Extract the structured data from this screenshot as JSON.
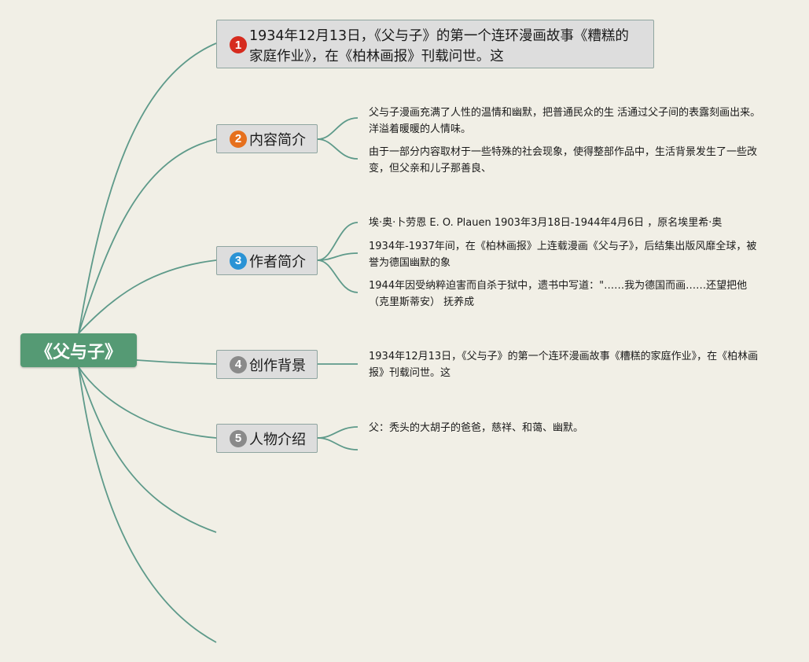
{
  "root": {
    "label": "《父与子》"
  },
  "branches": [
    {
      "number": "1",
      "label": "1934年12月13日，《父与子》的第一个连环漫画故事《糟糕的家庭作业》，在《柏林画报》刊载问世。这",
      "badge_color": "#d62b1e"
    },
    {
      "number": "2",
      "label": "内容简介",
      "badge_color": "#e6701d",
      "children": [
        "父与子漫画充满了人性的温情和幽默，把普通民众的生 活通过父子间的表露刻画出来。洋溢着暖暖的人情味。",
        "由于一部分内容取材于一些特殊的社会现象，使得整部作品中，生活背景发生了一些改变，但父亲和儿子那善良、"
      ]
    },
    {
      "number": "3",
      "label": "作者简介",
      "badge_color": "#2a93d5",
      "children": [
        "埃·奥·卜劳恩 E. O. Plauen 1903年3月18日-1944年4月6日 ，原名埃里希·奥",
        "1934年-1937年间，在《柏林画报》上连载漫画《父与子》，后结集出版风靡全球，被誉为德国幽默的象",
        "1944年因受纳粹迫害而自杀于狱中，遗书中写道：\"……我为德国而画……还望把他（克里斯蒂安） 抚养成"
      ]
    },
    {
      "number": "4",
      "label": "创作背景",
      "badge_color": "#8a8a8a",
      "children": [
        "1934年12月13日，《父与子》的第一个连环漫画故事《糟糕的家庭作业》，在《柏林画报》刊载问世。这"
      ]
    },
    {
      "number": "5",
      "label": "人物介绍",
      "badge_color": "#8a8a8a",
      "children": [
        "父：秃头的大胡子的爸爸，慈祥、和蔼、幽默。"
      ]
    }
  ],
  "colors": {
    "background": "#f1efe6",
    "connector": "#5e9a8a",
    "root_fill": "#559a74",
    "node_fill": "#dddddd"
  }
}
